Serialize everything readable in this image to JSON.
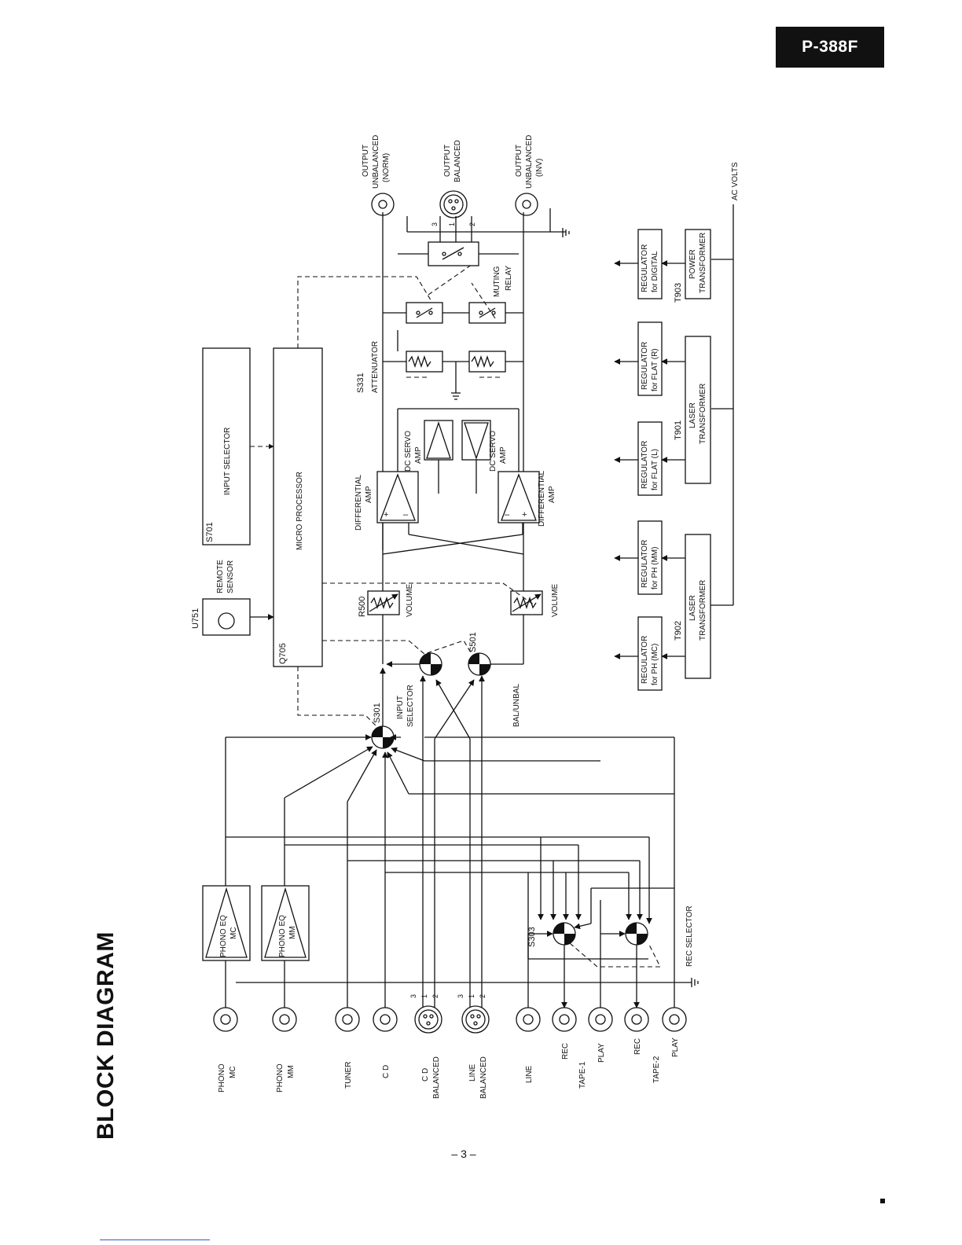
{
  "header": {
    "model": "P-388F"
  },
  "page": {
    "title": "BLOCK DIAGRAM",
    "number": "– 3 –"
  },
  "inputs": [
    {
      "line1": "PHONO",
      "line2": "MC"
    },
    {
      "line1": "PHONO",
      "line2": "MM"
    },
    {
      "line1": "TUNER",
      "line2": ""
    },
    {
      "line1": "C D",
      "line2": ""
    },
    {
      "line1": "C D",
      "line2": "BALANCED"
    },
    {
      "line1": "LINE",
      "line2": "BALANCED"
    },
    {
      "line1": "LINE",
      "line2": ""
    },
    {
      "line1": "REC",
      "line2": "TAPE-1"
    },
    {
      "line1": "PLAY",
      "line2": ""
    },
    {
      "line1": "REC",
      "line2": "TAPE-2"
    },
    {
      "line1": "PLAY",
      "line2": ""
    }
  ],
  "xlr_pins": {
    "p1": "1",
    "p2": "2",
    "p3": "3"
  },
  "blocks": {
    "phono_eq_mc": {
      "line1": "PHONO EQ",
      "line2": "MC"
    },
    "phono_eq_mm": {
      "line1": "PHONO EQ",
      "line2": "MM"
    },
    "s303": "S303",
    "rec_selector": "REC SELECTOR",
    "s301": "S301",
    "input_selector_line1": "INPUT",
    "input_selector_line2": "SELECTOR",
    "s501": "S501",
    "bal_unbal": "BAL/UNBAL",
    "r500": "R500",
    "volume": "VOLUME",
    "differential_amp_line1": "DIFFERENTIAL",
    "differential_amp_line2": "AMP",
    "dc_servo_line1": "DC SERVO",
    "dc_servo_line2": "AMP",
    "s331": "S331",
    "attenuator": "ATTENUATOR",
    "muting_line1": "MUTING",
    "muting_line2": "RELAY",
    "u751": "U751",
    "remote_sensor_line1": "REMOTE",
    "remote_sensor_line2": "SENSOR",
    "s701": "S701",
    "input_selector_box": "INPUT  SELECTOR",
    "q705": "Q705",
    "micro_processor": "MICRO PROCESSOR"
  },
  "outputs": {
    "unbal_norm": {
      "line1": "OUTPUT",
      "line2": "UNBALANCED",
      "line3": "(NORM)"
    },
    "balanced": {
      "line1": "OUTPUT",
      "line2": "BALANCED"
    },
    "unbal_inv": {
      "line1": "OUTPUT",
      "line2": "UNBALANCED",
      "line3": "(INV)"
    }
  },
  "power": {
    "regulators": [
      {
        "line1": "REGULATOR",
        "line2": "for PH (MC)"
      },
      {
        "line1": "REGULATOR",
        "line2": "for PH (MM)"
      },
      {
        "line1": "REGULATOR",
        "line2": "for FLAT (L)"
      },
      {
        "line1": "REGULATOR",
        "line2": "for FLAT (R)"
      },
      {
        "line1": "REGULATOR",
        "line2": "for DIGITAL"
      }
    ],
    "transformers": [
      {
        "ref": "T902",
        "line1": "LASER",
        "line2": "TRANSFORMER"
      },
      {
        "ref": "T901",
        "line1": "LASER",
        "line2": "TRANSFORMER"
      },
      {
        "ref": "T903",
        "line1": "POWER",
        "line2": "TRANSFORMER"
      }
    ],
    "ac_volts": "AC VOLTS"
  },
  "amp_signs": {
    "plus": "+",
    "minus": "–"
  }
}
